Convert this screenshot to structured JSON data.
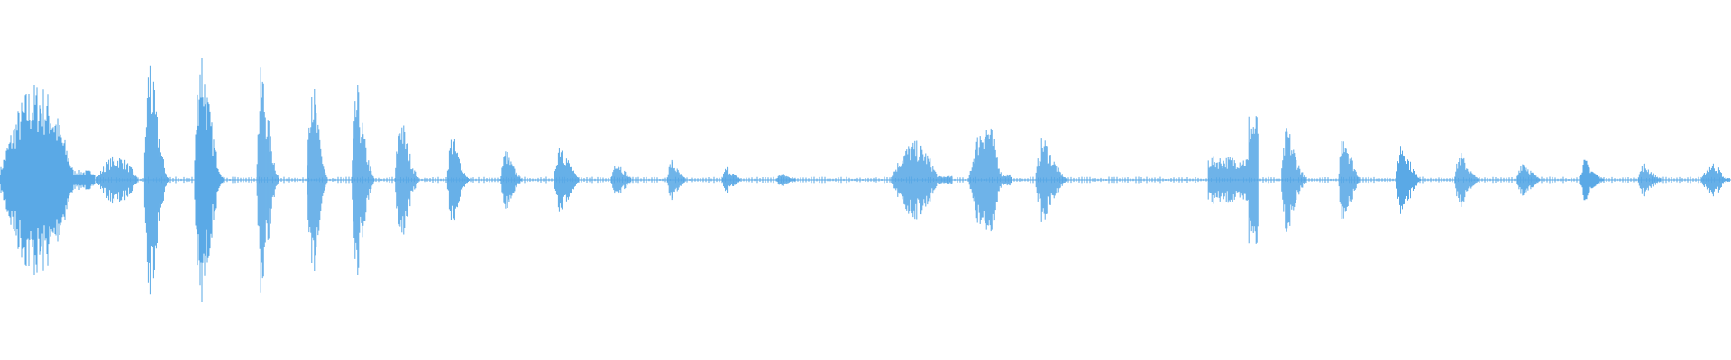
{
  "waveform": {
    "color": "#5aa9e6",
    "background": "#ffffff",
    "segments": [
      {
        "start": 0.0,
        "end": 0.055,
        "peak": 0.55,
        "shape": "swell"
      },
      {
        "start": 0.055,
        "end": 0.08,
        "peak": 0.14,
        "shape": "blob"
      },
      {
        "start": 0.083,
        "end": 0.098,
        "peak": 0.75,
        "shape": "burst"
      },
      {
        "start": 0.112,
        "end": 0.13,
        "peak": 0.82,
        "shape": "burst"
      },
      {
        "start": 0.148,
        "end": 0.162,
        "peak": 0.68,
        "shape": "burst"
      },
      {
        "start": 0.177,
        "end": 0.19,
        "peak": 0.68,
        "shape": "burst"
      },
      {
        "start": 0.203,
        "end": 0.217,
        "peak": 0.55,
        "shape": "burst"
      },
      {
        "start": 0.228,
        "end": 0.243,
        "peak": 0.4,
        "shape": "burst"
      },
      {
        "start": 0.258,
        "end": 0.272,
        "peak": 0.28,
        "shape": "burst"
      },
      {
        "start": 0.289,
        "end": 0.303,
        "peak": 0.18,
        "shape": "burst"
      },
      {
        "start": 0.32,
        "end": 0.336,
        "peak": 0.25,
        "shape": "burst"
      },
      {
        "start": 0.353,
        "end": 0.367,
        "peak": 0.13,
        "shape": "burst"
      },
      {
        "start": 0.385,
        "end": 0.398,
        "peak": 0.12,
        "shape": "burst"
      },
      {
        "start": 0.417,
        "end": 0.43,
        "peak": 0.08,
        "shape": "burst"
      },
      {
        "start": 0.448,
        "end": 0.463,
        "peak": 0.04,
        "shape": "burst"
      },
      {
        "start": 0.515,
        "end": 0.55,
        "peak": 0.22,
        "shape": "swell"
      },
      {
        "start": 0.56,
        "end": 0.584,
        "peak": 0.35,
        "shape": "swell"
      },
      {
        "start": 0.598,
        "end": 0.618,
        "peak": 0.26,
        "shape": "burst"
      },
      {
        "start": 0.698,
        "end": 0.727,
        "peak": 0.38,
        "shape": "block"
      },
      {
        "start": 0.74,
        "end": 0.756,
        "peak": 0.32,
        "shape": "burst"
      },
      {
        "start": 0.773,
        "end": 0.787,
        "peak": 0.32,
        "shape": "burst"
      },
      {
        "start": 0.806,
        "end": 0.822,
        "peak": 0.24,
        "shape": "burst"
      },
      {
        "start": 0.84,
        "end": 0.856,
        "peak": 0.16,
        "shape": "burst"
      },
      {
        "start": 0.876,
        "end": 0.892,
        "peak": 0.12,
        "shape": "burst"
      },
      {
        "start": 0.912,
        "end": 0.928,
        "peak": 0.12,
        "shape": "burst"
      },
      {
        "start": 0.946,
        "end": 0.962,
        "peak": 0.1,
        "shape": "burst"
      },
      {
        "start": 0.983,
        "end": 1.0,
        "peak": 0.1,
        "shape": "swell"
      }
    ]
  }
}
